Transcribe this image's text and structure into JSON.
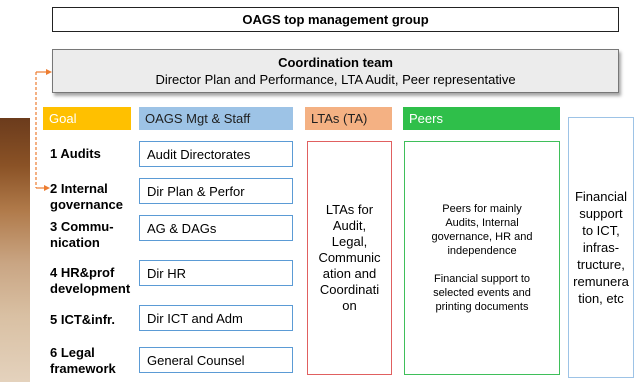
{
  "top_group": "OAGS top management group",
  "coordination": {
    "title": "Coordination team",
    "subtitle": "Director Plan and Performance, LTA Audit, Peer representative"
  },
  "headers": {
    "goal": "Goal",
    "mgt": "OAGS Mgt & Staff",
    "lta": "LTAs (TA)",
    "peers": "Peers"
  },
  "goals": [
    {
      "line1": "1 Audits",
      "line2": ""
    },
    {
      "line1": "2 Internal",
      "line2": "governance"
    },
    {
      "line1": "3 Commu-",
      "line2": "nication"
    },
    {
      "line1": "4 HR&prof",
      "line2": "development"
    },
    {
      "line1": "5 ICT&infr.",
      "line2": ""
    },
    {
      "line1": "6 Legal",
      "line2": "framework"
    }
  ],
  "mgt_items": [
    "Audit Directorates",
    "Dir Plan & Perfor",
    "AG & DAGs",
    "Dir HR",
    "Dir ICT and Adm",
    "General Counsel"
  ],
  "lta_text": [
    "LTAs for",
    "Audit,",
    "Legal,",
    "Communic",
    "ation and",
    "Coordinati",
    "on"
  ],
  "peers_text": {
    "para1": [
      "Peers for mainly",
      "Audits, Internal",
      "governance, HR and",
      "independence"
    ],
    "para2": [
      "Financial support to",
      "selected events and",
      "printing documents"
    ]
  },
  "financial_text": [
    "Financial",
    "support",
    "to ICT,",
    "infras-",
    "tructure,",
    "remunera",
    "tion, etc"
  ],
  "colors": {
    "goal": "#ffc000",
    "mgt": "#9dc3e6",
    "lta": "#f4b183",
    "peers": "#2fbf4a",
    "arrow": "#ed7d31"
  }
}
